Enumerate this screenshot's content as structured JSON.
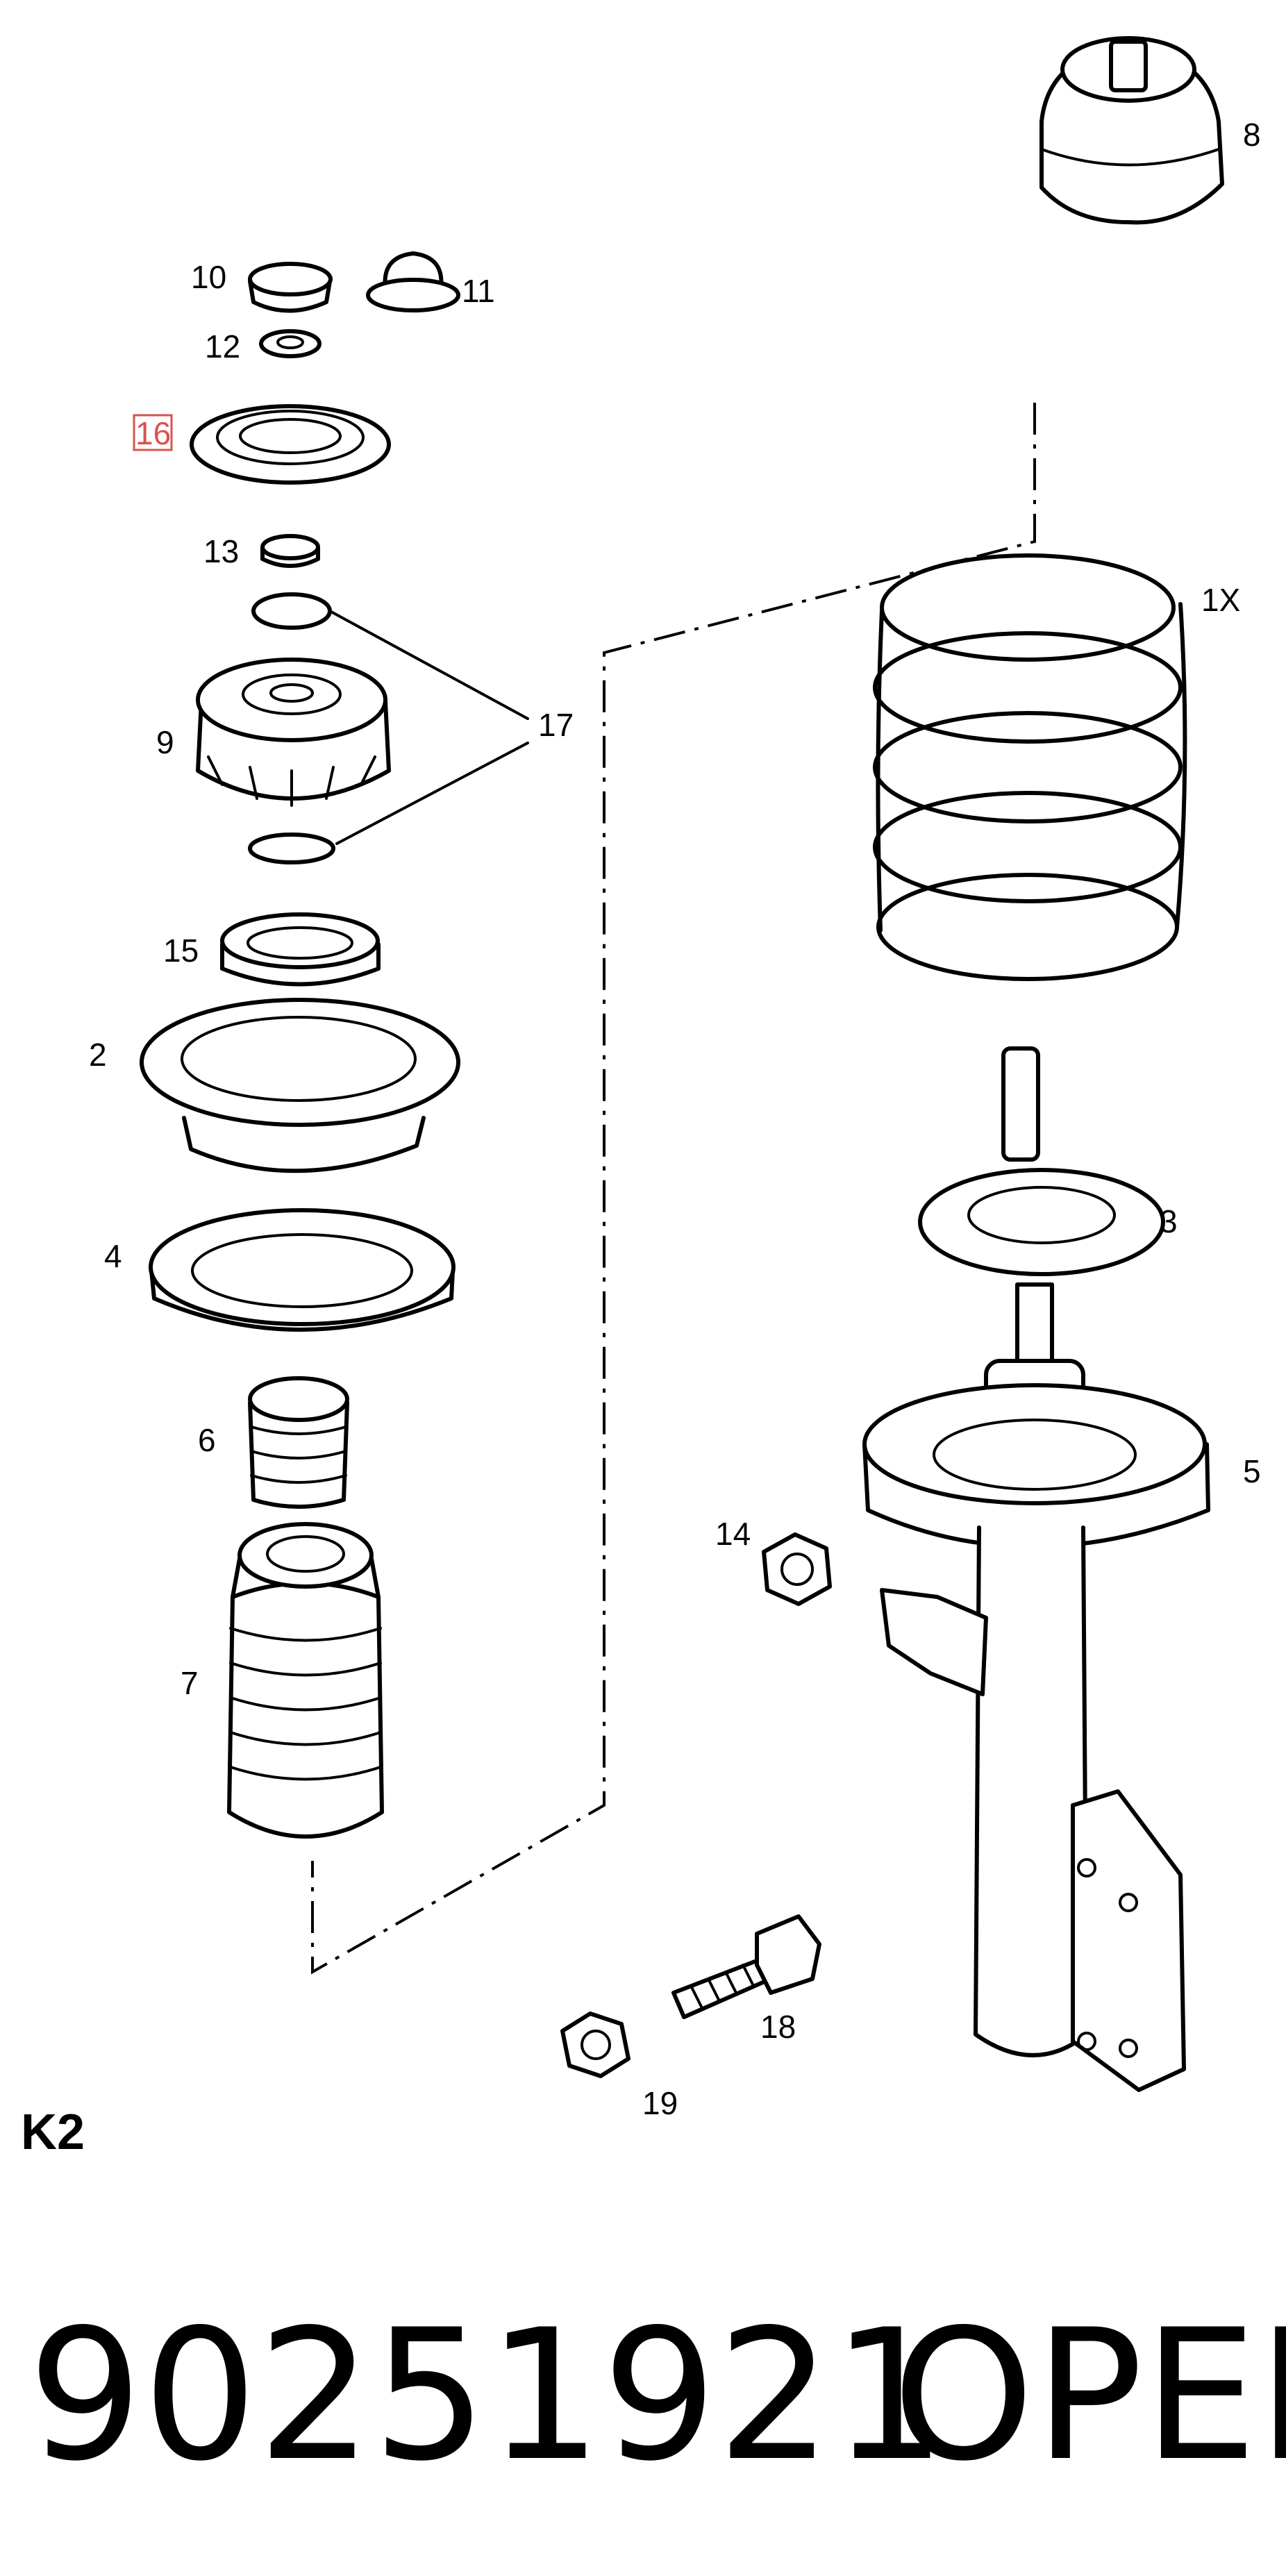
{
  "callouts": {
    "p1x": "1X",
    "p2": "2",
    "p3": "3",
    "p4": "4",
    "p5": "5",
    "p6": "6",
    "p7": "7",
    "p8": "8",
    "p9": "9",
    "p10": "10",
    "p11": "11",
    "p12": "12",
    "p13": "13",
    "p14": "14",
    "p15": "15",
    "p16": "16",
    "p17": "17",
    "p18": "18",
    "p19": "19"
  },
  "highlighted_callout": "16",
  "highlight_color": "#d9534f",
  "section_code": "K2",
  "footer": {
    "part_number": "90251921",
    "brand": "OPEL"
  }
}
